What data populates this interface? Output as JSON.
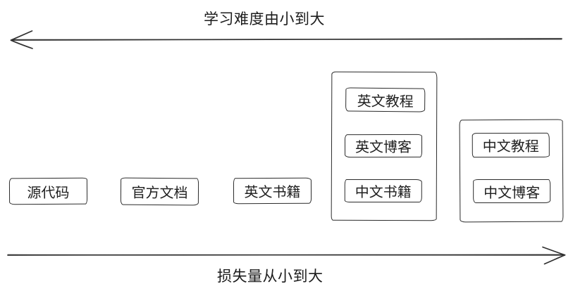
{
  "diagram": {
    "background": "#ffffff",
    "ink_color": "#2b2b2b",
    "axes": {
      "top": {
        "label": "学习难度由小到大",
        "direction": "left"
      },
      "bottom": {
        "label": "损失量从小到大",
        "direction": "right"
      }
    },
    "standalone_boxes": [
      {
        "label": "源代码"
      },
      {
        "label": "官方文档"
      },
      {
        "label": "英文书籍"
      }
    ],
    "groups": [
      {
        "items": [
          {
            "label": "英文教程"
          },
          {
            "label": "英文博客"
          },
          {
            "label": "中文书籍"
          }
        ]
      },
      {
        "items": [
          {
            "label": "中文教程"
          },
          {
            "label": "中文博客"
          }
        ]
      }
    ]
  }
}
